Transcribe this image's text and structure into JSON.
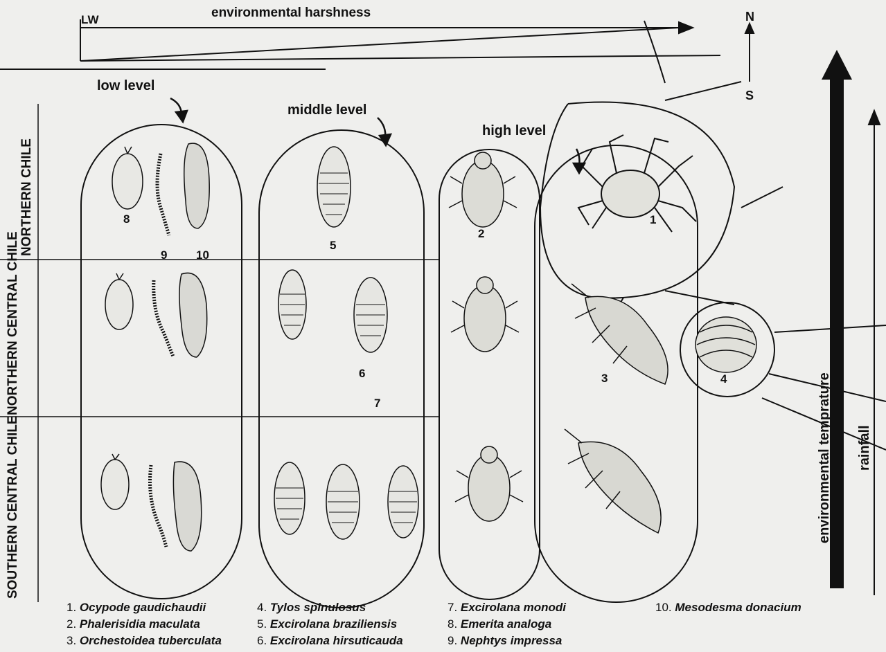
{
  "header": {
    "gradient_label": "environmental harshness",
    "lw_label": "LW",
    "n_label": "N",
    "s_label": "S"
  },
  "levels": {
    "low": "low level",
    "middle": "middle level",
    "high": "high level"
  },
  "regions": [
    "NORTHERN CHILE",
    "NORTHERN CENTRAL CHILE",
    "SOUTHERN CENTRAL CHILE"
  ],
  "right_axis": {
    "temperature": "environmental temprature",
    "rainfall": "rainfall"
  },
  "specimen_numbers": [
    "1",
    "2",
    "3",
    "4",
    "5",
    "6",
    "7",
    "8",
    "9",
    "10"
  ],
  "legend": [
    {
      "num": "1.",
      "name": "Ocypode gaudichaudii"
    },
    {
      "num": "2.",
      "name": "Phalerisidia maculata"
    },
    {
      "num": "3.",
      "name": "Orchestoidea tuberculata"
    },
    {
      "num": "4.",
      "name": "Tylos spinulosus"
    },
    {
      "num": "5.",
      "name": "Excirolana braziliensis"
    },
    {
      "num": "6.",
      "name": "Excirolana hirsuticauda"
    },
    {
      "num": "7.",
      "name": "Excirolana monodi"
    },
    {
      "num": "8.",
      "name": "Emerita analoga"
    },
    {
      "num": "9.",
      "name": "Nephtys impressa"
    },
    {
      "num": "10.",
      "name": "Mesodesma donacium"
    }
  ]
}
